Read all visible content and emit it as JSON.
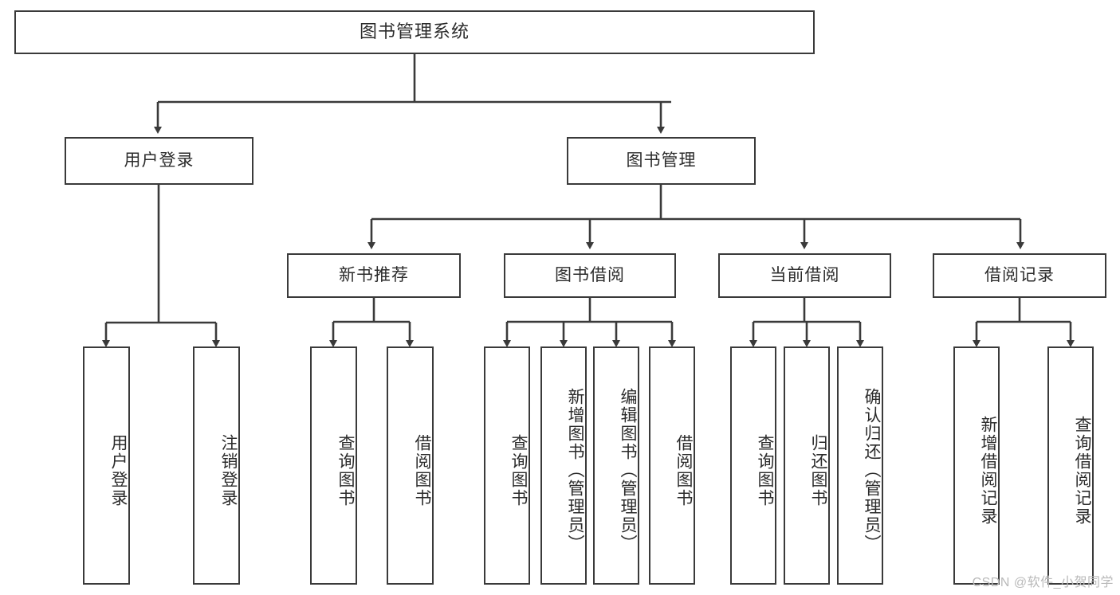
{
  "diagram": {
    "title": "图书管理系统",
    "watermark": "CSDN @软件_小贺同学",
    "stroke_color": "#3a3a3a",
    "text_color": "#2b2b2b",
    "background_color": "#ffffff",
    "type": "tree-hierarchy-diagram"
  },
  "nodes": {
    "root": {
      "label": "图书管理系统"
    },
    "level1": [
      {
        "label": "用户登录"
      },
      {
        "label": "图书管理"
      }
    ],
    "level2": [
      {
        "label": "新书推荐"
      },
      {
        "label": "图书借阅"
      },
      {
        "label": "当前借阅"
      },
      {
        "label": "借阅记录"
      }
    ],
    "leaves_user_login": [
      {
        "label": "用户登录"
      },
      {
        "label": "注销登录"
      }
    ],
    "leaves_new_book": [
      {
        "label": "查询图书"
      },
      {
        "label": "借阅图书"
      }
    ],
    "leaves_borrow": [
      {
        "label": "查询图书"
      },
      {
        "label": "新增图书（管理员）"
      },
      {
        "label": "编辑图书（管理员）"
      },
      {
        "label": "借阅图书"
      }
    ],
    "leaves_current": [
      {
        "label": "查询图书"
      },
      {
        "label": "归还图书"
      },
      {
        "label": "确认归还（管理员）"
      }
    ],
    "leaves_records": [
      {
        "label": "新增借阅记录"
      },
      {
        "label": "查询借阅记录"
      }
    ]
  }
}
